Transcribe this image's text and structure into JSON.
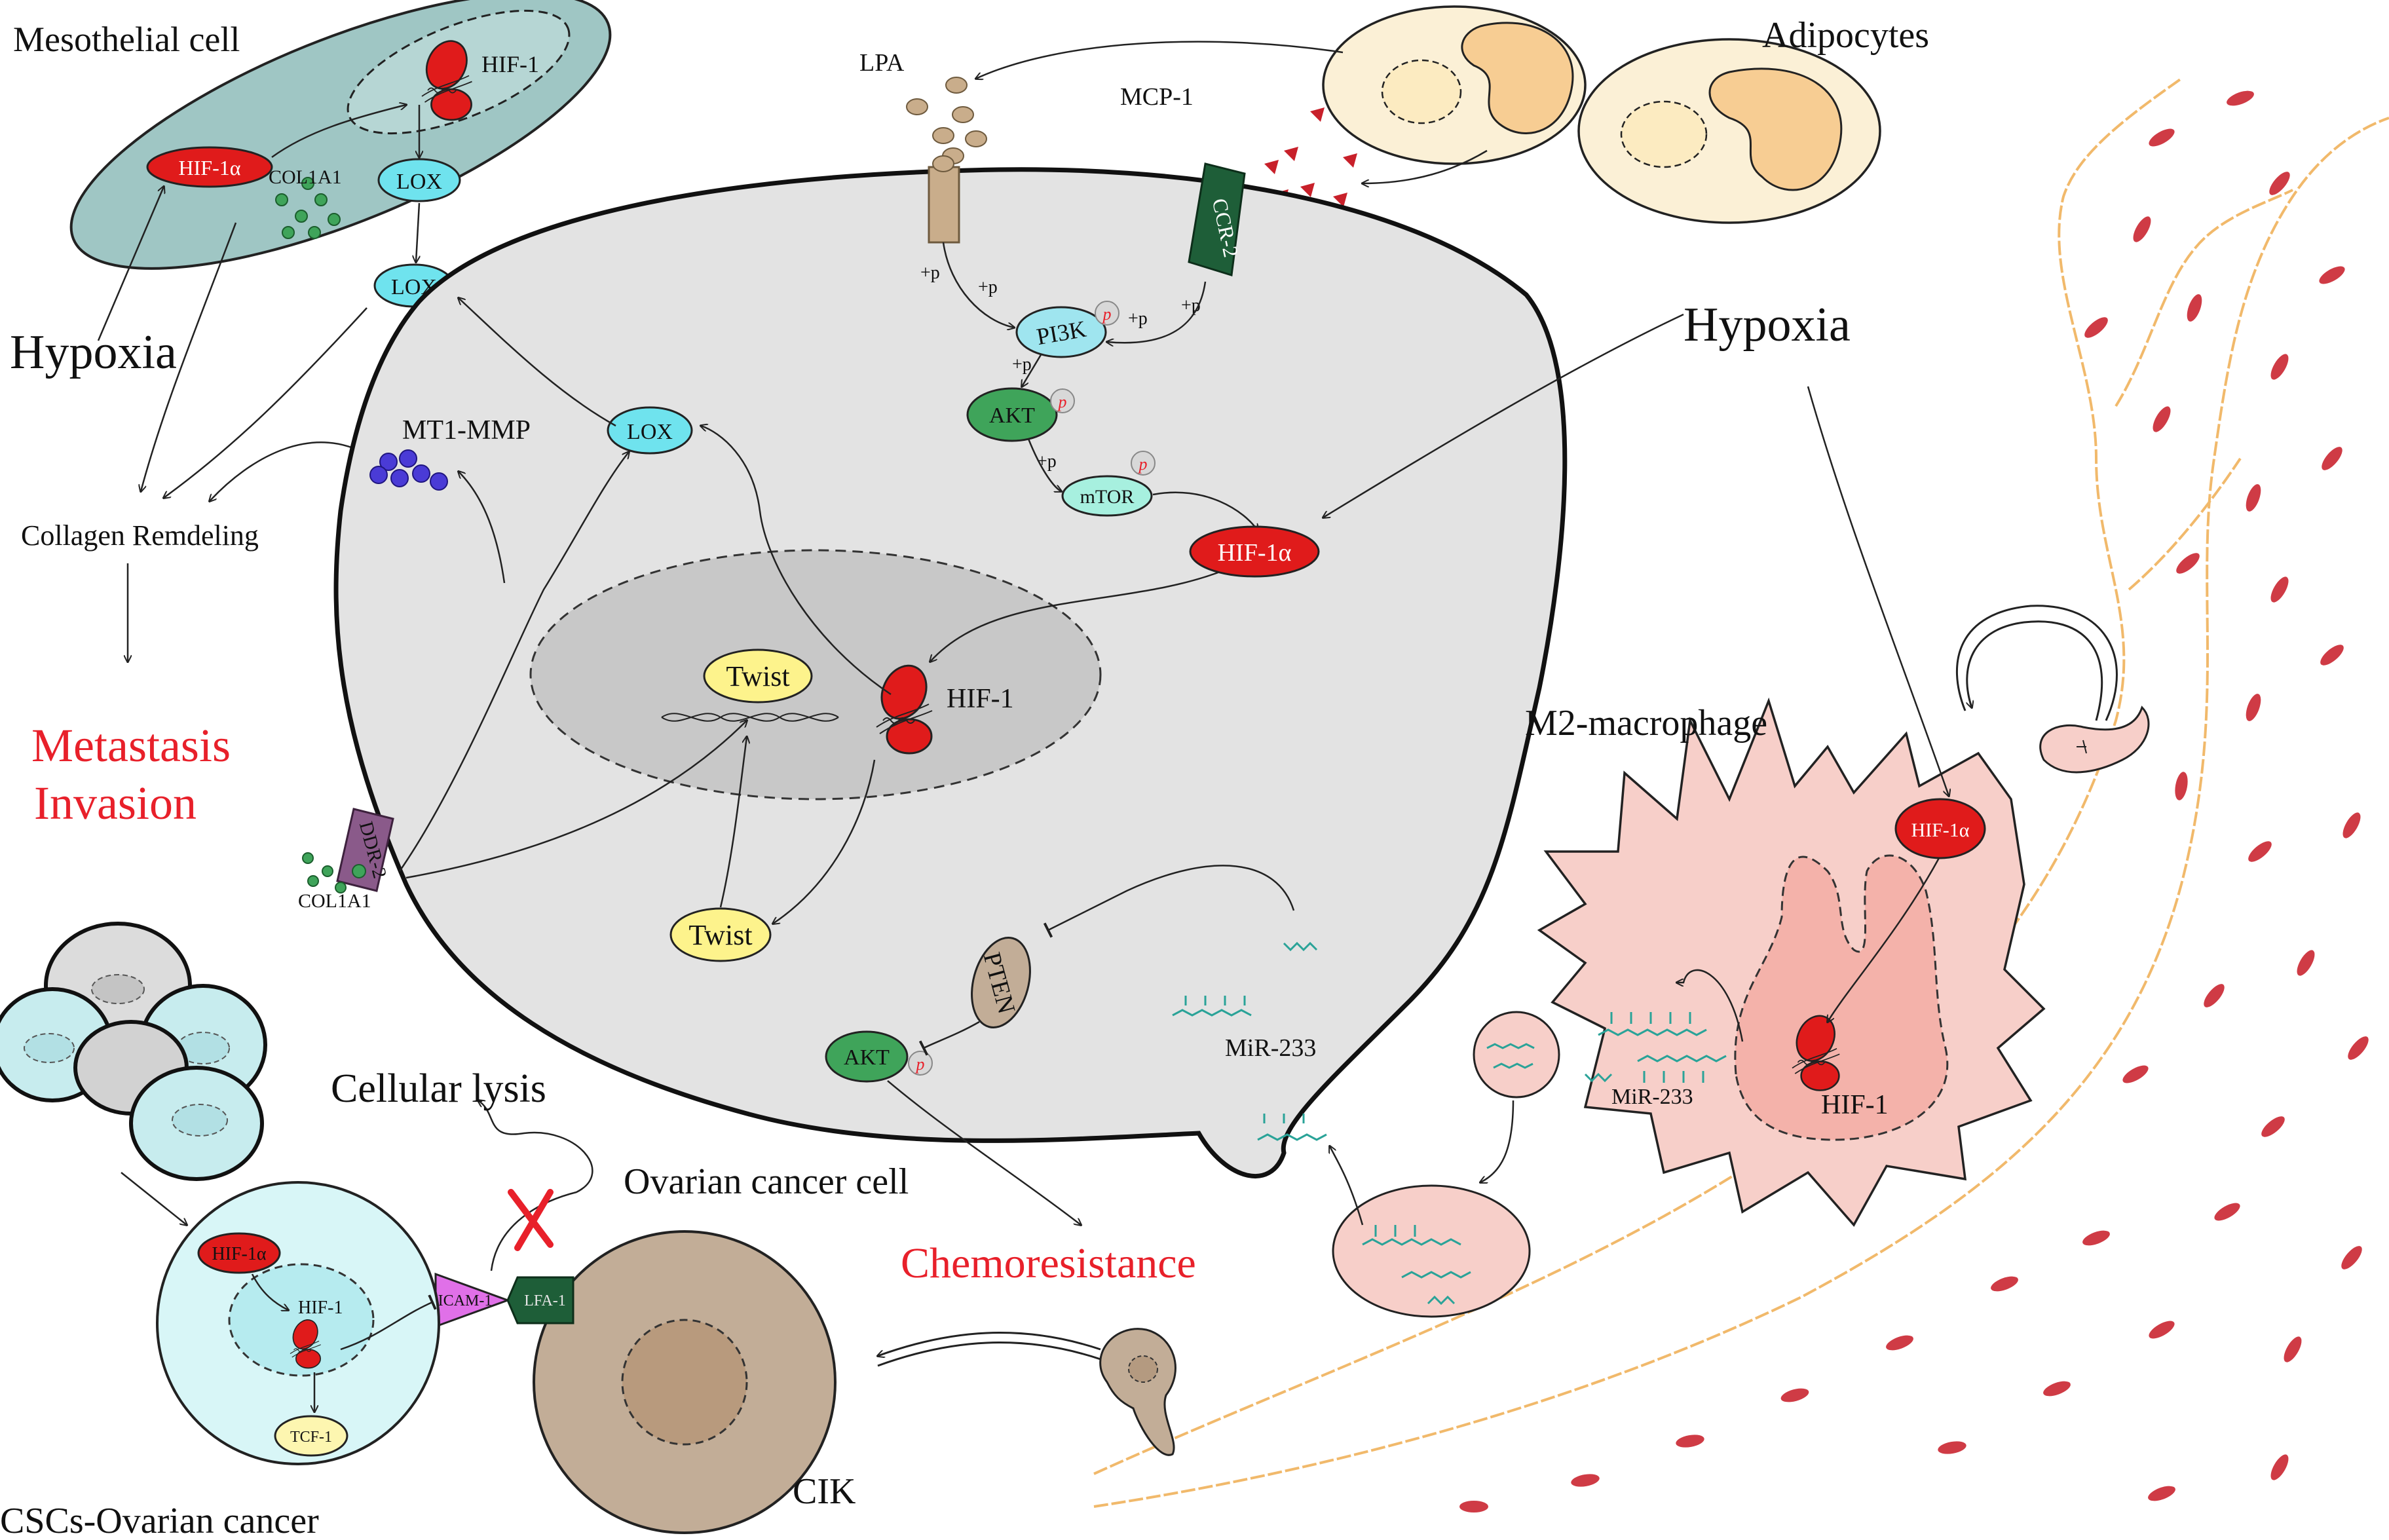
{
  "labels": {
    "mesothelial_cell": "Mesothelial cell",
    "adipocytes": "Adipocytes",
    "lpa": "LPA",
    "mcp1": "MCP-1",
    "hypoxia_left": "Hypoxia",
    "hypoxia_right": "Hypoxia",
    "hif1": "HIF-1",
    "hif1a": "HIF-1α",
    "col1a1": "COL1A1",
    "lox": "LOX",
    "mt1mmp": "MT1-MMP",
    "collagen_remodeling": "Collagen Remdeling",
    "metastasis": "Metastasis",
    "invasion": "Invasion",
    "ccr2": "CCR-2",
    "pi3k": "PI3K",
    "akt": "AKT",
    "mtor": "mTOR",
    "twist": "Twist",
    "ddr2": "DDR-2",
    "pten": "PTEN",
    "mir233": "MiR-233",
    "m2_macrophage": "M2-macrophage",
    "ovarian_cancer_cell": "Ovarian cancer cell",
    "chemoresistance": "Chemoresistance",
    "cellular_lysis": "Cellular lysis",
    "icam1": "ICAM-1",
    "lfa1": "LFA-1",
    "tcf1": "TCF-1",
    "cik": "CIK",
    "cscs_ovarian": "CSCs-Ovarian cancer",
    "plus_p": "+p",
    "p": "p"
  },
  "colors": {
    "red_text": "#e8202a",
    "hif_red": "#e01b1b",
    "lox_cyan": "#6fe3ee",
    "akt_green": "#3fa45a",
    "twist_yellow": "#fdf38c",
    "cancer_cell_fill": "#e3e3e3",
    "nucleus_fill": "#c8c8c8",
    "mesothelial_fill": "#9fc6c4",
    "macrophage_fill": "#f7cfc9",
    "vessel_line": "#f1b96b",
    "rbc": "#cf3b45",
    "adipocyte_fill": "#fbf0d6",
    "adipocyte_nucleus": "#f7cd93",
    "cik_fill": "#c2ad97",
    "csc_fill": "#d8f6f7",
    "mir_teal": "#2aa398"
  }
}
